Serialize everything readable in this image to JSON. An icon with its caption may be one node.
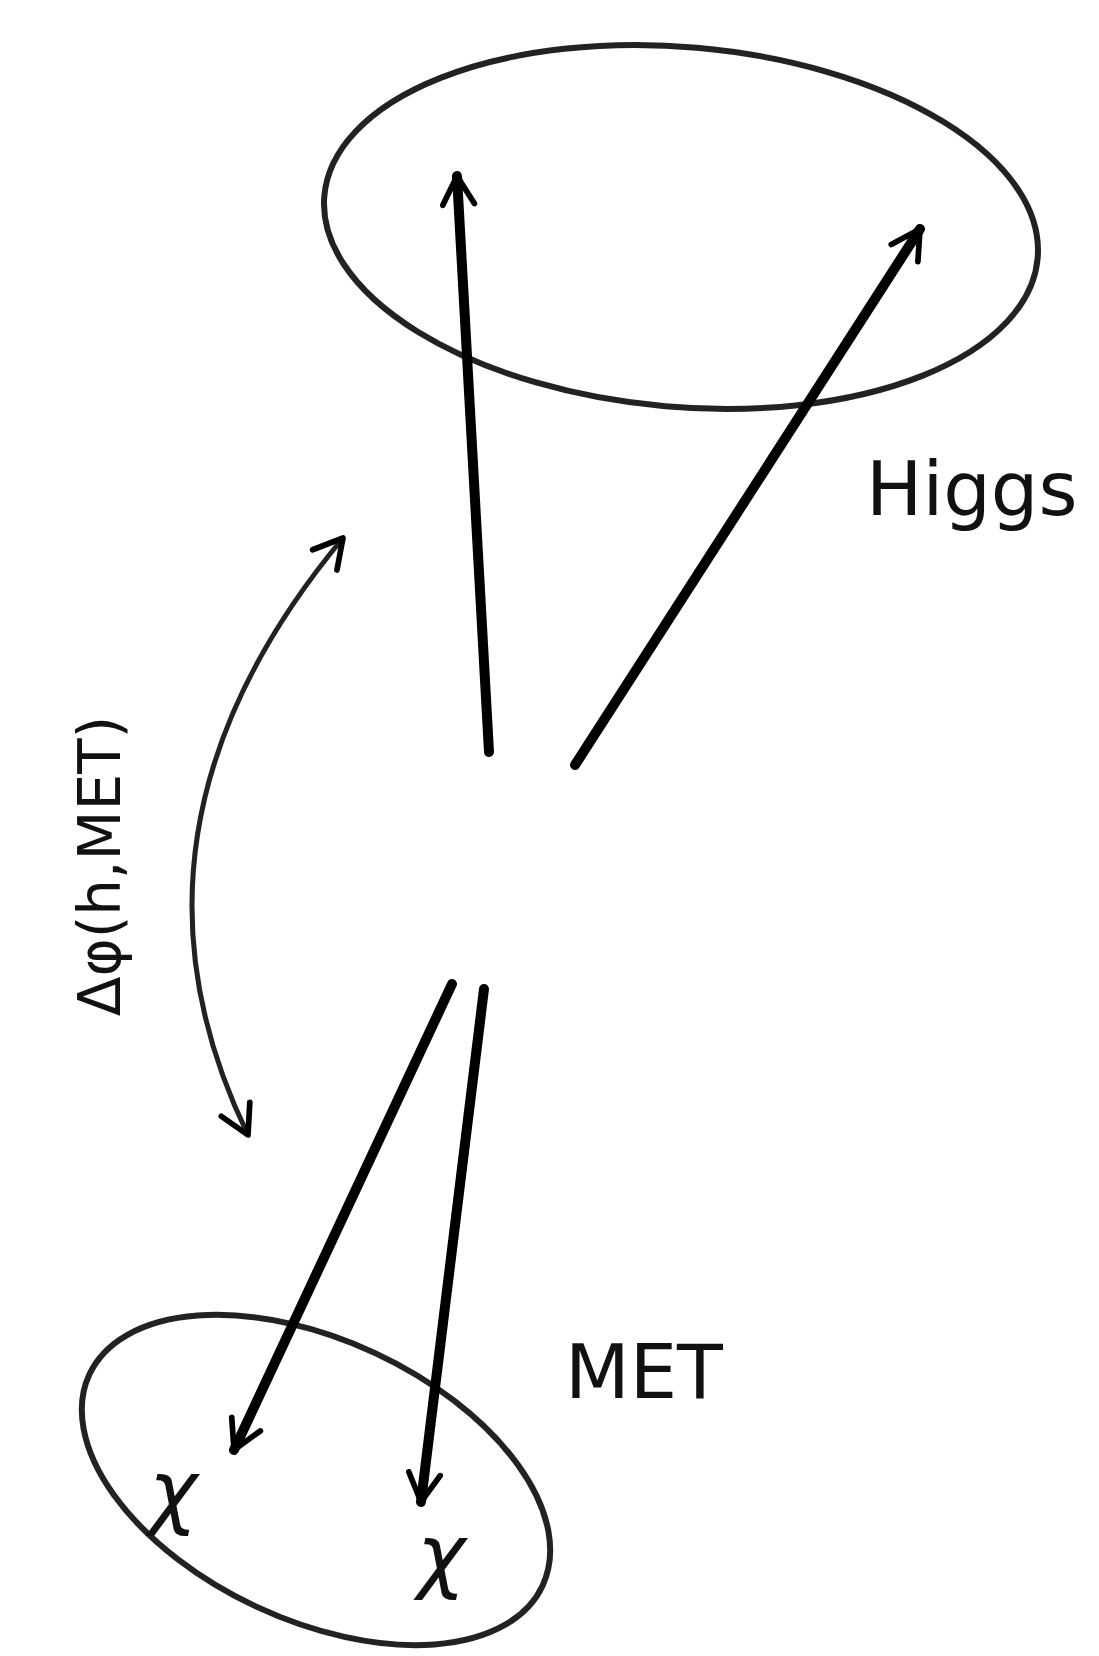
{
  "diagram": {
    "nodes": [
      {
        "text": [
          "Higgs"
        ]
      },
      {
        "text": [
          "MET"
        ]
      },
      {
        "text": [
          "χ"
        ],
        "in": 1
      },
      {
        "text": [
          "χ"
        ],
        "in": 1
      }
    ],
    "edges": [
      {
        "from": null,
        "to": 0,
        "arrow": "to"
      },
      {
        "from": null,
        "to": 0,
        "arrow": "to"
      },
      {
        "from": null,
        "to": 2,
        "arrow": "to"
      },
      {
        "from": null,
        "to": 3,
        "arrow": "to"
      }
    ],
    "labels": [
      "Δφ(h,MET)"
    ]
  }
}
